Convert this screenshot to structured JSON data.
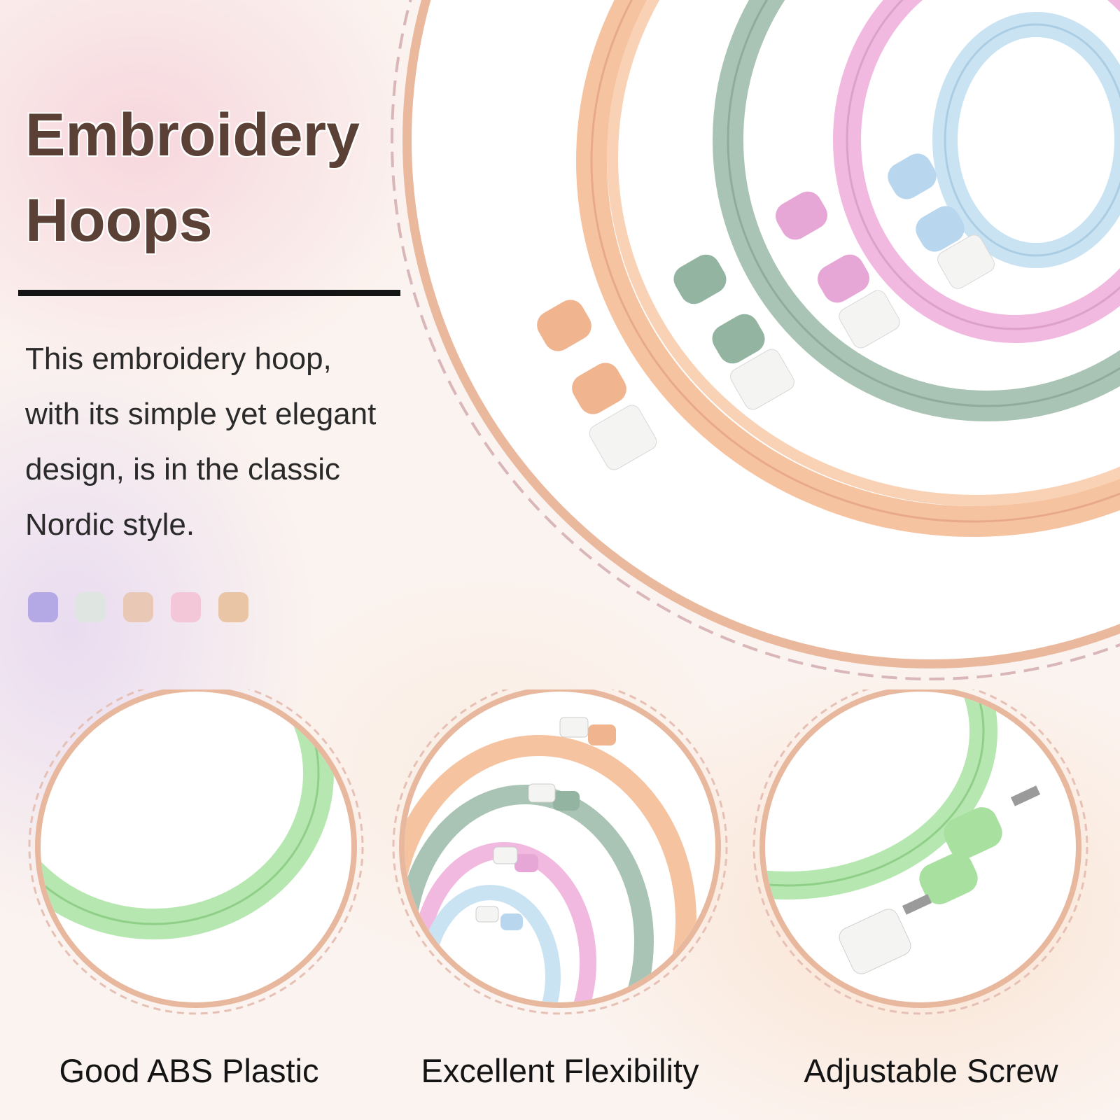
{
  "title_lines": [
    "Embroidery",
    "Hoops"
  ],
  "description_lines": [
    "This embroidery hoop,",
    "with its simple yet elegant",
    "design, is in the classic",
    "Nordic style."
  ],
  "color_swatches": [
    "#b4a9e4",
    "#dfe6e2",
    "#e9c8b6",
    "#f3c6d8",
    "#e9c5a6"
  ],
  "features": [
    {
      "label": "Good ABS Plastic"
    },
    {
      "label": "Excellent Flexibility"
    },
    {
      "label": "Adjustable Screw"
    }
  ],
  "colors": {
    "accent_border": "#e8b89e",
    "title_text": "#5a4035",
    "hoop_peach": "#f6c3a0",
    "hoop_green": "#a9c4b4",
    "hoop_pink": "#f1b9e0",
    "hoop_blue": "#c9e3f3",
    "hoop_lime": "#b6e7b0"
  }
}
